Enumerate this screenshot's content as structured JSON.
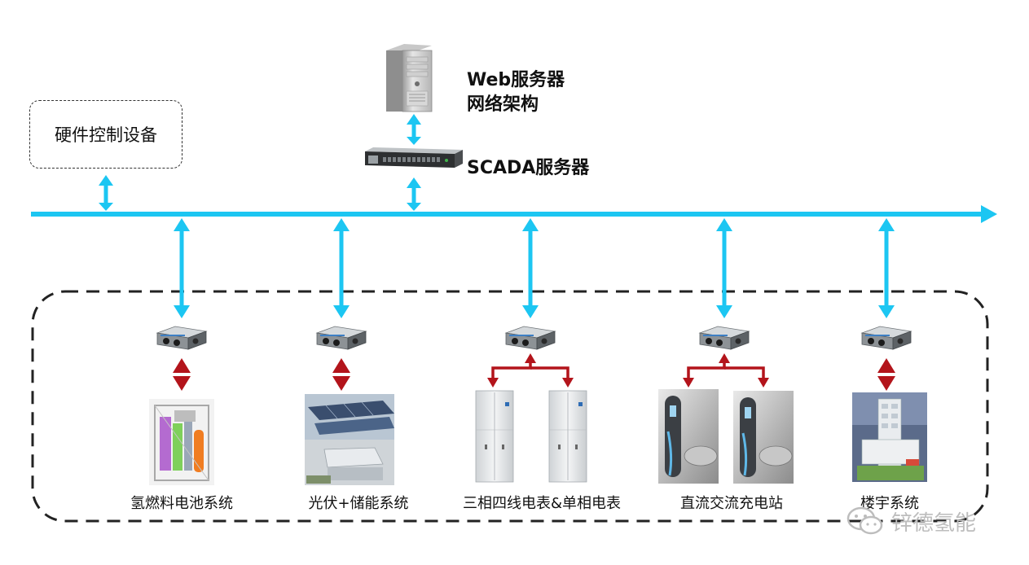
{
  "hardware_box": {
    "label": "硬件控制设备"
  },
  "web_server": {
    "line1": "Web服务器",
    "line2": "网络架构"
  },
  "scada_server": {
    "label": "SCADA服务器"
  },
  "systems": [
    {
      "label": "氢燃料电池系统"
    },
    {
      "label": "光伏+储能系统"
    },
    {
      "label": "三相四线电表&单相电表"
    },
    {
      "label": "直流交流充电站"
    },
    {
      "label": "楼宇系统"
    }
  ],
  "watermark": {
    "text": "锌德氢能"
  },
  "colors": {
    "bus": "#1cc6f2",
    "device_link": "#b3141b",
    "frame": "#222222"
  }
}
